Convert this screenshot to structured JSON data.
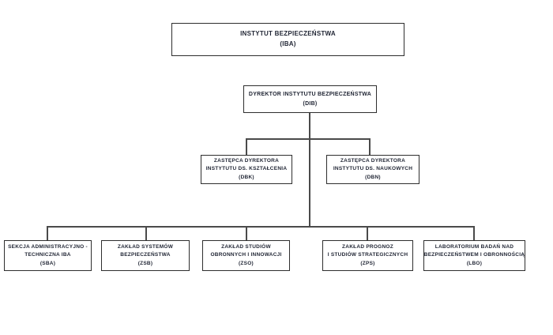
{
  "org_chart": {
    "type": "org-tree",
    "language": "pl",
    "colors": {
      "background": "#ffffff",
      "box_fill": "#ffffff",
      "box_border": "#2e2e2e",
      "connector_line": "#4a4a4a",
      "text": "#1f2433"
    },
    "nodes": {
      "iba": {
        "title": "INSTYTUT BEZPIECZEŃSTWA",
        "acronym": "(IBA)"
      },
      "dib": {
        "title": "DYREKTOR INSTYTUTU BEZPIECZEŃSTWA",
        "acronym": "(DIB)"
      },
      "dbk": {
        "title": "ZASTĘPCA DYREKTORA",
        "subtitle": "INSTYTUTU DS. KSZTAŁCENIA",
        "acronym": "(DBK)"
      },
      "dbn": {
        "title": "ZASTĘPCA DYREKTORA",
        "subtitle": "INSTYTUTU DS. NAUKOWYCH",
        "acronym": "(DBN)"
      },
      "sba": {
        "title": "SEKCJA ADMINISTRACYJNO -",
        "subtitle": "TECHNICZNA IBA",
        "acronym": "(SBA)"
      },
      "zsb": {
        "title": "ZAKŁAD SYSTEMÓW",
        "subtitle": "BEZPIECZEŃSTWA",
        "acronym": "(ZSB)"
      },
      "zso": {
        "title": "ZAKŁAD STUDIÓW",
        "subtitle": "OBRONNYCH I INNOWACJI",
        "acronym": "(ZSO)"
      },
      "zps": {
        "title": "ZAKŁAD PROGNOZ",
        "subtitle": "I STUDIÓW STRATEGICZNYCH",
        "acronym": "(ZPS)"
      },
      "lbo": {
        "title": "LABORATORIUM BADAŃ NAD",
        "subtitle": "BEZPIECZEŃSTWEM I OBRONNOŚCIĄ",
        "acronym": "(LBO)"
      }
    },
    "edges": [
      {
        "from": "dib",
        "to": "dbk"
      },
      {
        "from": "dib",
        "to": "dbn"
      },
      {
        "from": "dib",
        "to": "sba"
      },
      {
        "from": "dib",
        "to": "zsb"
      },
      {
        "from": "dib",
        "to": "zso"
      },
      {
        "from": "dib",
        "to": "zps"
      },
      {
        "from": "dib",
        "to": "lbo"
      }
    ],
    "notes": "Top box (IBA) is not connected by a line to the DIB box."
  }
}
